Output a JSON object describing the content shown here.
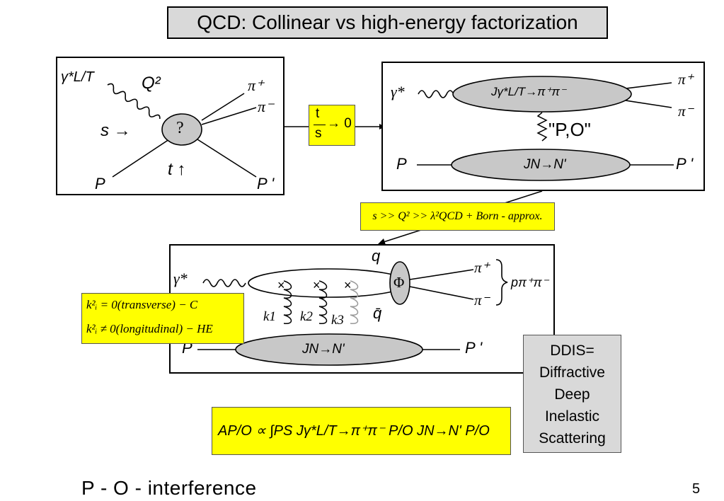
{
  "title": "QCD: Collinear vs high-energy factorization",
  "panel1": {
    "photon": "γ*L/T",
    "q2": "Q²",
    "s_arrow": "s →",
    "t_arrow": "t ↑",
    "blob": "?",
    "pi_plus": "π⁺",
    "pi_minus": "π⁻",
    "p_in": "P",
    "p_out": "P '"
  },
  "limit_box": {
    "frac_num": "t",
    "frac_den": "s",
    "rest": "→ 0"
  },
  "panel2": {
    "photon": "γ*",
    "upper_blob": "Jγ*L/T→π⁺π⁻",
    "exchange": "\"P,O\"",
    "lower_blob": "JN→N'",
    "pi_plus": "π⁺",
    "pi_minus": "π⁻",
    "p_in": "P",
    "p_out": "P '"
  },
  "approx_box": "s >> Q² >> λ²QCD + Born - approx.",
  "panel3": {
    "photon": "γ*",
    "q": "q",
    "qbar": "q̄",
    "phi": "Φ",
    "pi_plus": "π⁺",
    "pi_minus": "π⁻",
    "p_pair": "pπ⁺π⁻",
    "k1": "k1",
    "k2": "k2",
    "k3": "k3",
    "lower_blob": "JN→N'",
    "p_in": "P",
    "p_out": "P '"
  },
  "k_box": {
    "line1": "k²ᵢ = 0(transverse) − C",
    "line2": "k²ᵢ ≠ 0(longitudinal) − HE"
  },
  "formula_box": "AP/O ∝ ∫PS Jγ*L/T→π⁺π⁻ P/O JN→N' P/O",
  "ddis": {
    "lines": [
      "DDIS=",
      "Diffractive",
      "Deep",
      "Inelastic",
      "Scattering"
    ]
  },
  "bottom_text": "P - O - interference",
  "page_number": "5"
}
